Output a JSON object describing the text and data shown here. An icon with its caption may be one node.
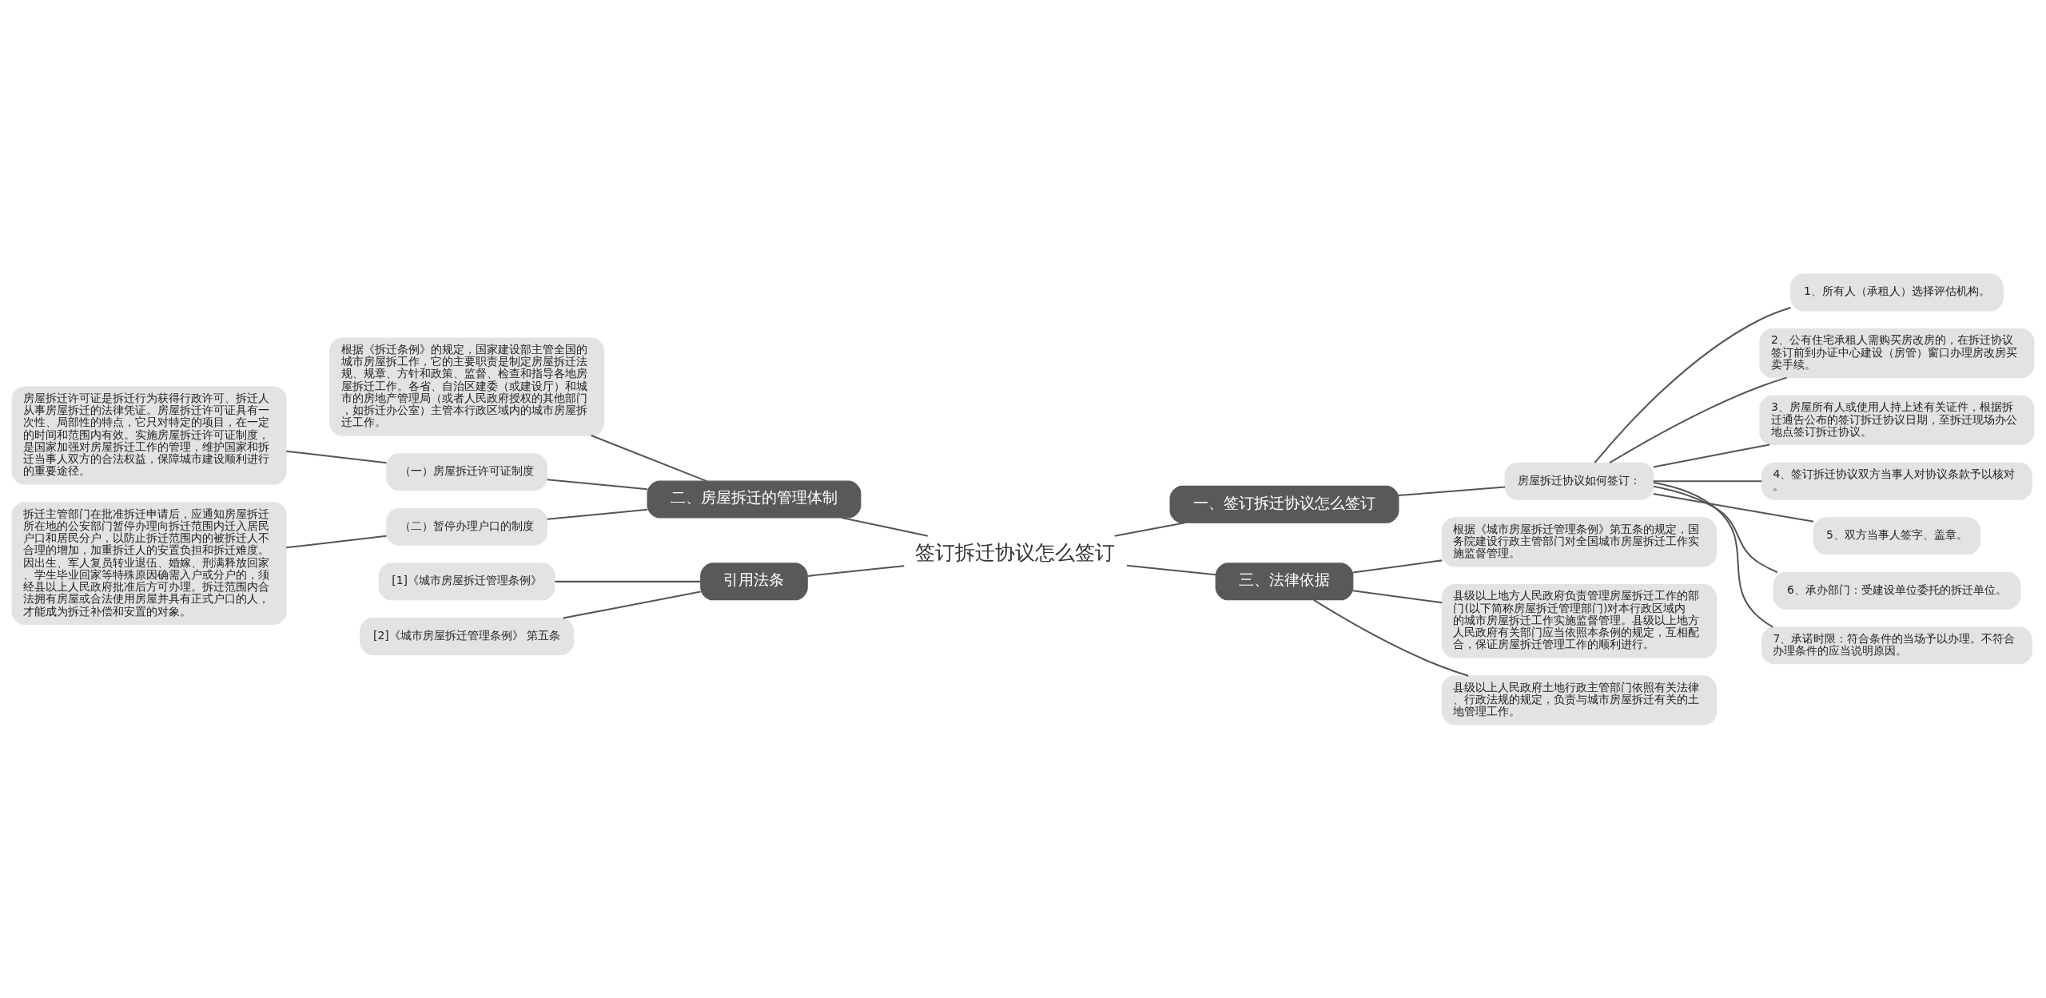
{
  "diagram": {
    "nodes": [
      {
        "text": [
          "签订拆迁协议怎么签订"
        ]
      },
      {
        "text": [
          "一、签订拆迁协议怎么签订"
        ]
      },
      {
        "text": [
          "房屋拆迁协议如何签订："
        ]
      },
      {
        "text": [
          "1、所有人（承租人）选择评估机构。"
        ]
      },
      {
        "text": [
          "2、公有住宅承租人需购买房改房的，在拆迁协议签订前到办证中心建设（房管）窗口办理房改房买卖手续。"
        ]
      },
      {
        "text": [
          "3、房屋所有人或使用人持上述有关证件，根据拆迁通告公布的签订拆迁协议日期，至拆迁现场办公地点签订拆迁协议。"
        ]
      },
      {
        "text": [
          "4、签订拆迁协议双方当事人对协议条款予以核对。"
        ]
      },
      {
        "text": [
          "5、双方当事人签字、盖章。"
        ]
      },
      {
        "text": [
          "6、承办部门：受建设单位委托的拆迁单位。"
        ]
      },
      {
        "text": [
          "7、承诺时限：符合条件的当场予以办理。不符合办理条件的应当说明原因。"
        ]
      },
      {
        "text": [
          "二、房屋拆迁的管理体制"
        ]
      },
      {
        "text": [
          "根据《拆迁条例》的规定，国家建设部主管全国的城市房屋拆工作，它的主要职责是制定房屋拆迁法规、规章、方针和政策、监督、检查和指导各地房屋拆迁工作。各省、自治区建委（或建设厅）和城市的房地产管理局（或者人民政府授权的其他部门，如拆迁办公室）主管本行政区域内的城市房屋拆迁工作。"
        ]
      },
      {
        "text": [
          "（一）房屋拆迁许可证制度"
        ]
      },
      {
        "text": [
          "房屋拆迁许可证是拆迁行为获得行政许可、拆迁人从事房屋拆迁的法律凭证。房屋拆迁许可证具有一次性、局部性的特点，它只对特定的项目，在一定的时间和范围内有效。实施房屋拆迁许可证制度，是国家加强对房屋拆迁工作的管理，维护国家和拆迁当事人双方的合法权益，保障城市建设顺利进行的重要途径。"
        ]
      },
      {
        "text": [
          "（二）暂停办理户口的制度"
        ]
      },
      {
        "text": [
          "拆迁主管部门在批准拆迁申请后，应通知房屋拆迁所在地的公安部门暂停办理向拆迁范围内迁入居民户口和居民分户，以防止拆迁范围内的被拆迁人不合理的增加，加重拆迁人的安置负担和拆迁难度。因出生、军人复员转业退伍、婚嫁、刑满释放回家、学生毕业回家等特殊原因确需入户或分户的，须经县以上人民政府批准后方可办理。拆迁范围内合法拥有房屋或合法使用房屋并具有正式户口的人，才能成为拆迁补偿和安置的对象。"
        ]
      },
      {
        "text": [
          "三、法律依据"
        ]
      },
      {
        "text": [
          "根据《城市房屋拆迁管理条例》第五条的规定，国务院建设行政主管部门对全国城市房屋拆迁工作实施监督管理。"
        ]
      },
      {
        "text": [
          "县级以上地方人民政府负责管理房屋拆迁工作的部门(以下简称房屋拆迁管理部门)对本行政区域内的城市房屋拆迁工作实施监督管理。县级以上地方人民政府有关部门应当依照本条例的规定，互相配合，保证房屋拆迁管理工作的顺利进行。"
        ]
      },
      {
        "text": [
          "县级以上人民政府土地行政主管部门依照有关法律、行政法规的规定，负责与城市房屋拆迁有关的土地管理工作。"
        ]
      },
      {
        "text": [
          "引用法条"
        ]
      },
      {
        "text": [
          "[1]《城市房屋拆迁管理条例》"
        ]
      },
      {
        "text": [
          "[2]《城市房屋拆迁管理条例》 第五条"
        ]
      }
    ],
    "edges": [
      {
        "from": 0,
        "to": 1,
        "arrow": "none"
      },
      {
        "from": 1,
        "to": 2,
        "arrow": "none"
      },
      {
        "from": 2,
        "to": 3,
        "arrow": "none"
      },
      {
        "from": 2,
        "to": 4,
        "arrow": "none"
      },
      {
        "from": 2,
        "to": 5,
        "arrow": "none"
      },
      {
        "from": 2,
        "to": 6,
        "arrow": "none"
      },
      {
        "from": 2,
        "to": 7,
        "arrow": "none"
      },
      {
        "from": 2,
        "to": 8,
        "arrow": "none"
      },
      {
        "from": 2,
        "to": 9,
        "arrow": "none"
      },
      {
        "from": 0,
        "to": 10,
        "arrow": "none"
      },
      {
        "from": 10,
        "to": 11,
        "arrow": "none"
      },
      {
        "from": 10,
        "to": 12,
        "arrow": "none"
      },
      {
        "from": 12,
        "to": 13,
        "arrow": "none"
      },
      {
        "from": 10,
        "to": 14,
        "arrow": "none"
      },
      {
        "from": 14,
        "to": 15,
        "arrow": "none"
      },
      {
        "from": 0,
        "to": 16,
        "arrow": "none"
      },
      {
        "from": 16,
        "to": 17,
        "arrow": "none"
      },
      {
        "from": 16,
        "to": 18,
        "arrow": "none"
      },
      {
        "from": 16,
        "to": 19,
        "arrow": "none"
      },
      {
        "from": 0,
        "to": 20,
        "arrow": "none"
      },
      {
        "from": 20,
        "to": 21,
        "arrow": "none"
      },
      {
        "from": 20,
        "to": 22,
        "arrow": "none"
      }
    ]
  }
}
